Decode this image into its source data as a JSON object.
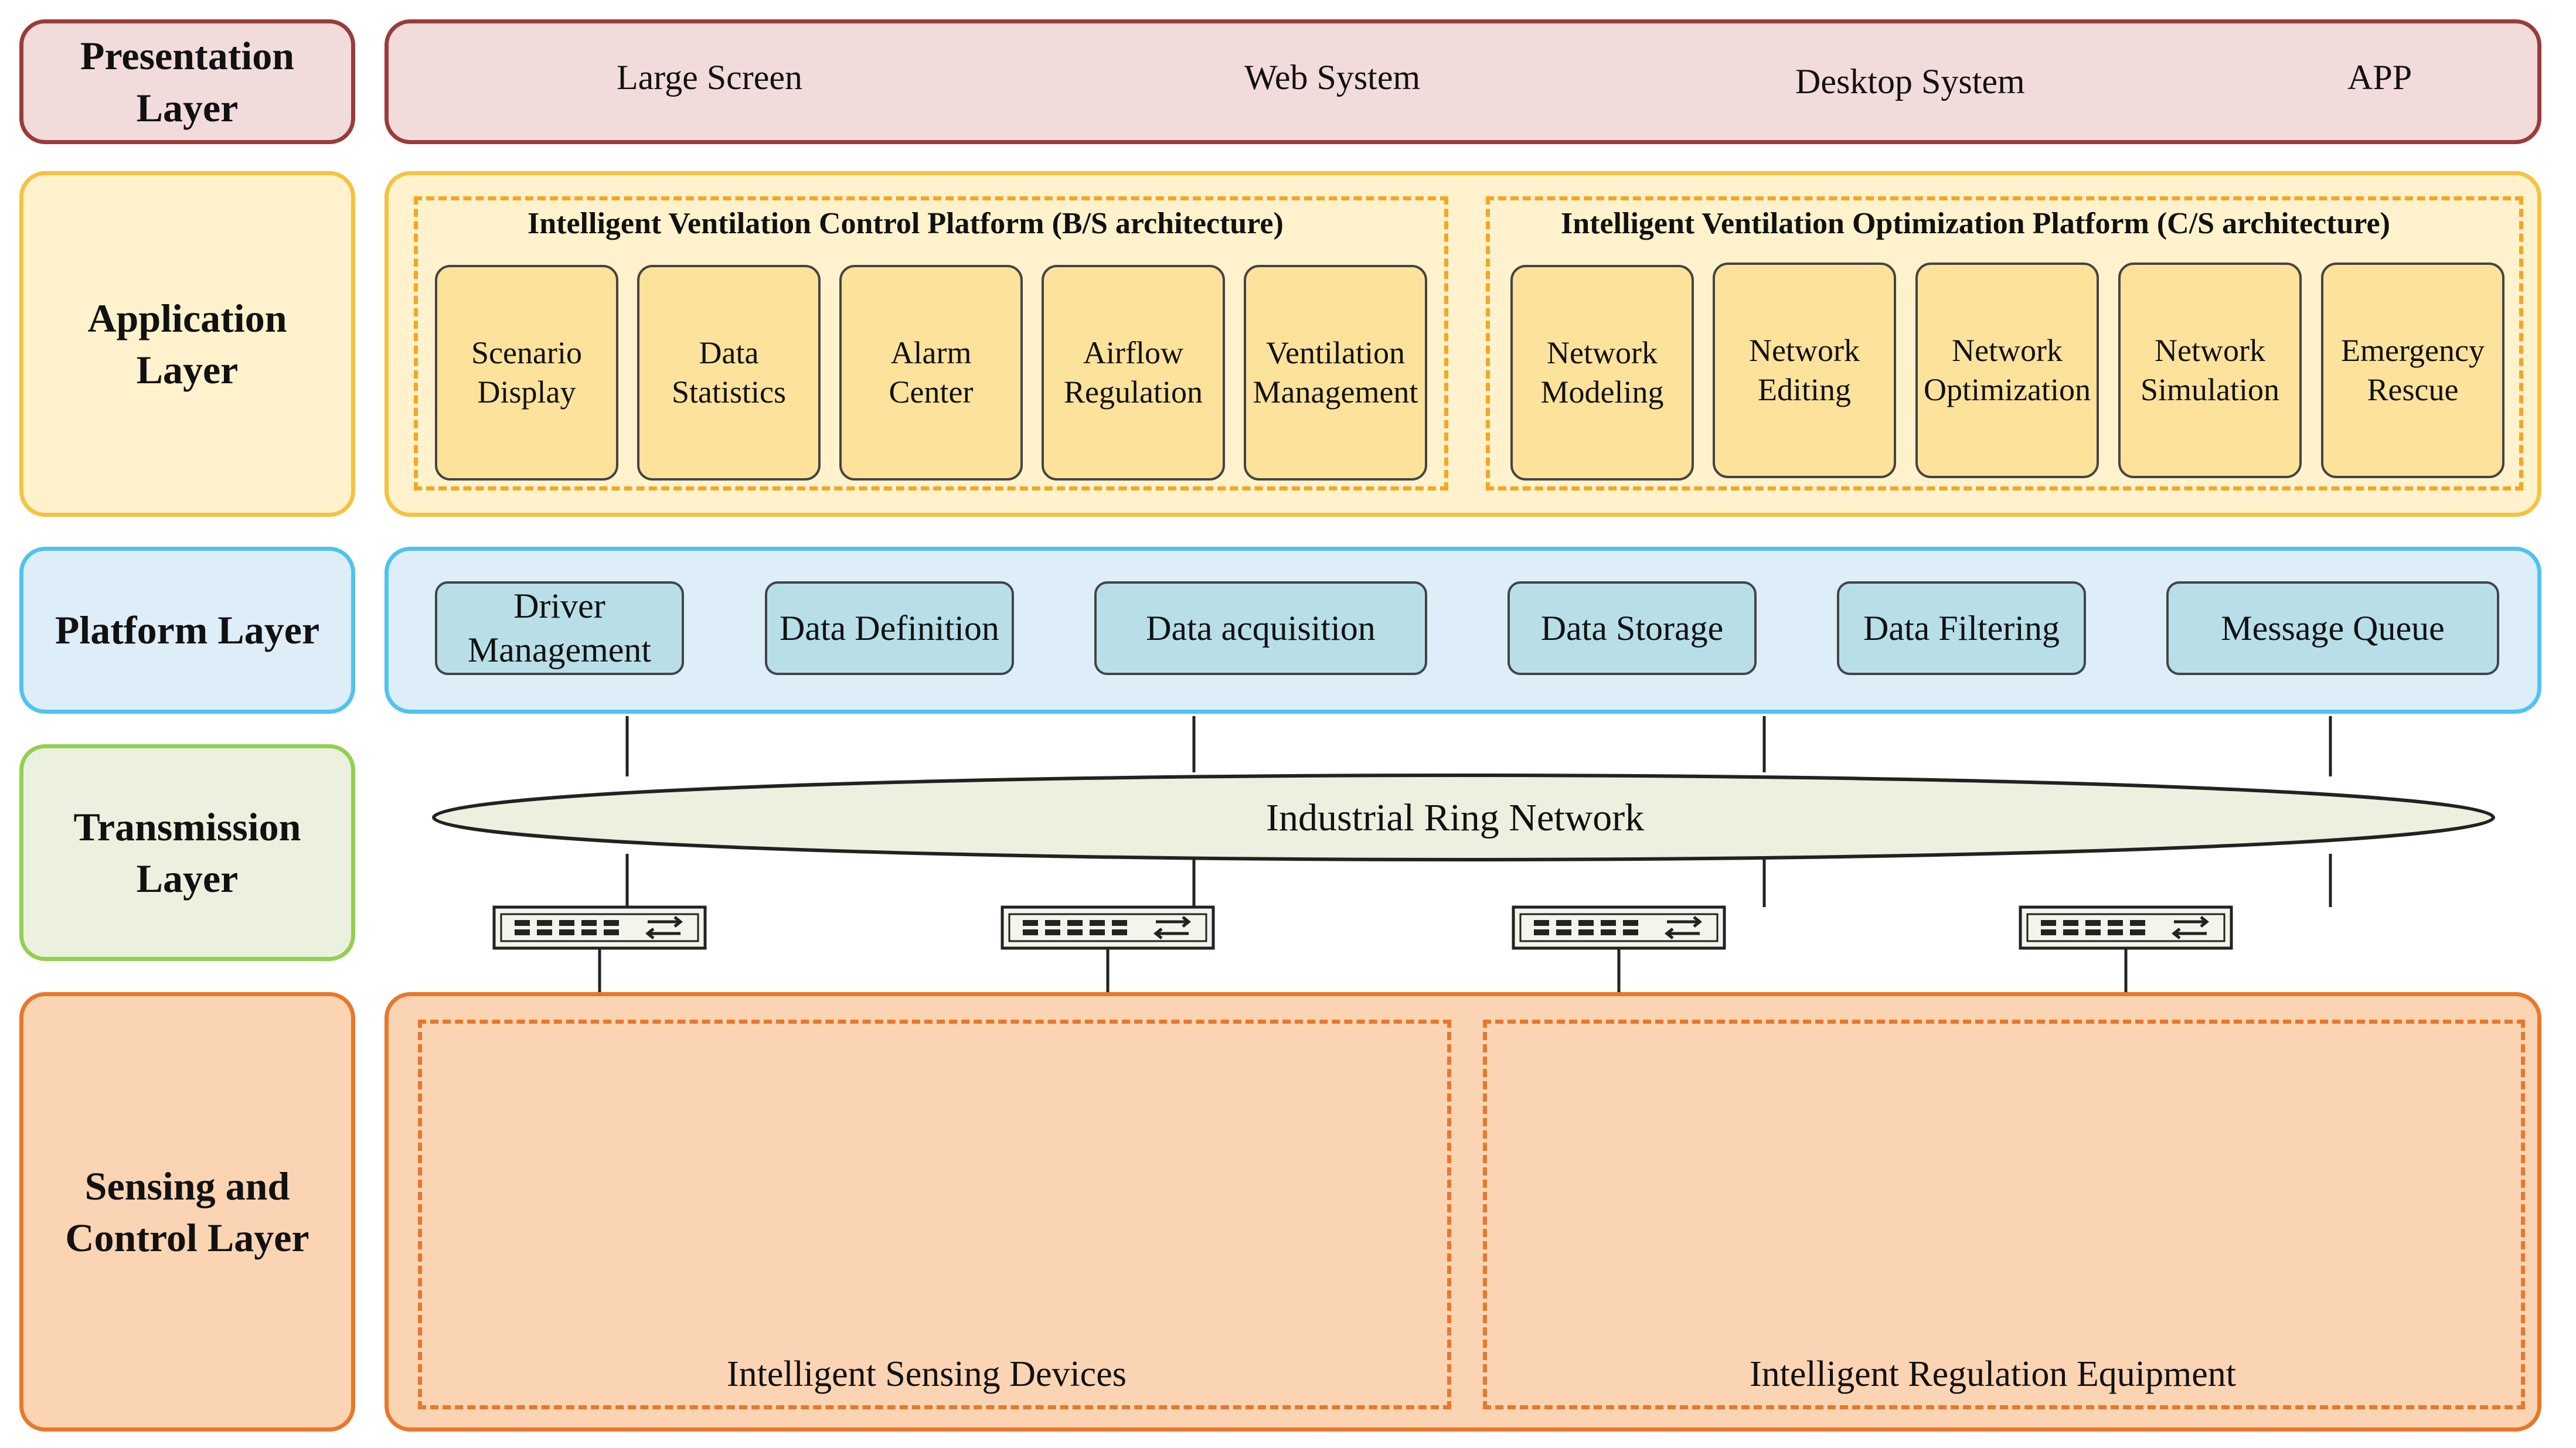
{
  "layers": {
    "presentation": "Presentation\nLayer",
    "application": "Application\nLayer",
    "platform": "Platform Layer",
    "transmission": "Transmission\nLayer",
    "sensing": "Sensing and\nControl Layer"
  },
  "presentation": {
    "items": [
      "Large Screen",
      "Web System",
      "Desktop System",
      "APP"
    ]
  },
  "application": {
    "bs_title": "Intelligent Ventilation Control Platform (B/S architecture)",
    "cs_title": "Intelligent Ventilation Optimization Platform (C/S architecture)",
    "bs_modules": [
      "Scenario\nDisplay",
      "Data\nStatistics",
      "Alarm\nCenter",
      "Airflow\nRegulation",
      "Ventilation\nManagement"
    ],
    "cs_modules": [
      "Network\nModeling",
      "Network\nEditing",
      "Network\nOptimization",
      "Network\nSimulation",
      "Emergency\nRescue"
    ]
  },
  "platform": {
    "modules": [
      "Driver\nManagement",
      "Data Definition",
      "Data acquisition",
      "Data Storage",
      "Data Filtering",
      "Message Queue"
    ]
  },
  "transmission": {
    "ring_label": "Industrial Ring Network",
    "switch_icon": "network-switch-icon"
  },
  "sensing": {
    "sensing_caption": "Intelligent Sensing Devices",
    "regulation_caption": "Intelligent Regulation Equipment"
  },
  "colors": {
    "presentation_fill": "#f2dcdb",
    "presentation_border": "#9b3b3b",
    "application_fill": "#fff2cc",
    "application_border": "#f5c242",
    "platform_fill": "#ddeef8",
    "platform_border": "#4fc3f0",
    "transmission_fill": "#ebf1de",
    "transmission_border": "#92d050",
    "sensing_fill": "#fbd4b4",
    "sensing_border": "#e8782a"
  }
}
